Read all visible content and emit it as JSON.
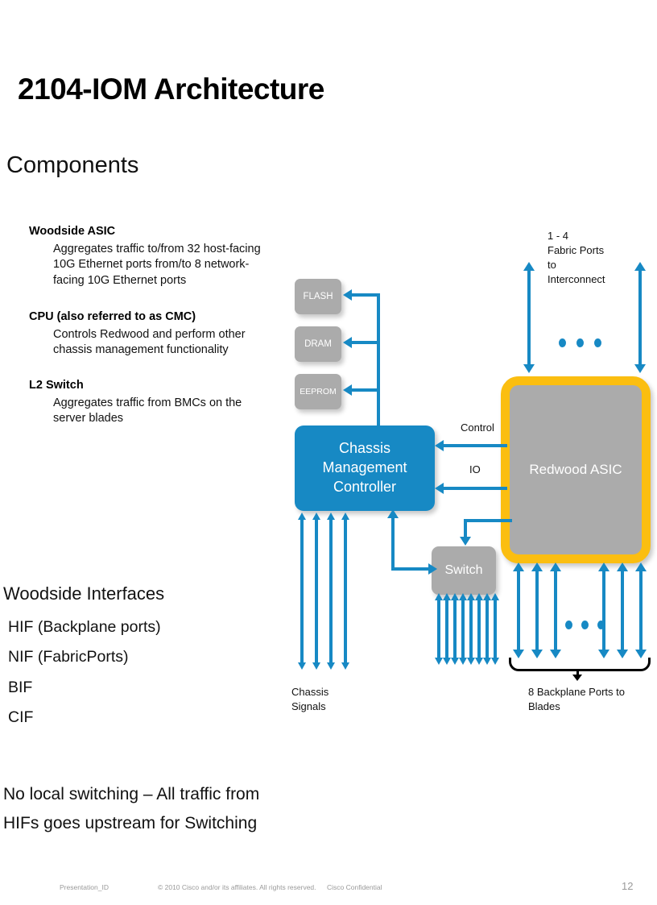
{
  "slide": {
    "title": "2104-IOM Architecture",
    "subtitle": "Components"
  },
  "components": [
    {
      "head": "Woodside ASIC",
      "sub": "Aggregates traffic to/from 32 host-facing 10G Ethernet ports from/to 8 network-facing 10G Ethernet ports"
    },
    {
      "head": "CPU (also referred to as CMC)",
      "sub": "Controls Redwood and perform other chassis management functionality"
    },
    {
      "head": "L2 Switch",
      "sub": "Aggregates traffic from BMCs on the server blades"
    }
  ],
  "interfaces": {
    "title": "Woodside Interfaces",
    "items": [
      "HIF (Backplane ports)",
      "NIF (FabricPorts)",
      "BIF",
      "CIF"
    ]
  },
  "closing": {
    "line1": "No local switching – All traffic from",
    "line2": "HIFs goes upstream for Switching"
  },
  "diagram": {
    "blocks": {
      "flash": "FLASH",
      "dram": "DRAM",
      "eeprom": "EEPROM",
      "cmc_line1": "Chassis",
      "cmc_line2": "Management",
      "cmc_line3": "Controller",
      "switch": "Switch",
      "redwood": "Redwood ASIC"
    },
    "labels": {
      "control": "Control",
      "io": "IO",
      "fabric_line1": "1 - 4",
      "fabric_line2": "Fabric Ports",
      "fabric_line3": "to",
      "fabric_line4": "Interconnect",
      "chassis_signals_line1": "Chassis",
      "chassis_signals_line2": "Signals",
      "backplane_line1": "8 Backplane Ports to",
      "backplane_line2": "Blades"
    }
  },
  "colors": {
    "cmc_blue": "#1789C4",
    "block_gray": "#ABABAB",
    "redwood_border_gold": "#FBBE10",
    "footer_gray": "#9A9A9A"
  },
  "footer": {
    "presentation_id": "Presentation_ID",
    "copyright": "© 2010 Cisco and/or its affiliates. All rights reserved.",
    "classification": "Cisco Confidential",
    "page_number": "12"
  }
}
